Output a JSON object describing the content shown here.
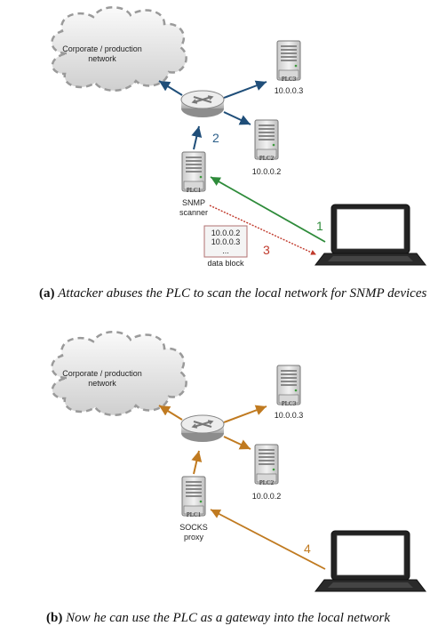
{
  "panel_a": {
    "cloud_label_1": "Corporate / production",
    "cloud_label_2": "network",
    "plc3_name": "PLC3",
    "plc3_ip": "10.0.0.3",
    "plc2_name": "PLC2",
    "plc2_ip": "10.0.0.2",
    "plc1_name": "PLC1",
    "plc1_role_1": "SNMP",
    "plc1_role_2": "scanner",
    "step_router": "2",
    "step_attack": "1",
    "step_return": "3",
    "block_line_1": "10.0.0.2",
    "block_line_2": "10.0.0.3",
    "block_line_3": "...",
    "block_label": "data block",
    "caption_tag": "(a)",
    "caption_text": "Attacker abuses the PLC to scan the local network for SNMP devices"
  },
  "panel_b": {
    "cloud_label_1": "Corporate / production",
    "cloud_label_2": "network",
    "plc3_name": "PLC3",
    "plc3_ip": "10.0.0.3",
    "plc2_name": "PLC2",
    "plc2_ip": "10.0.0.2",
    "plc1_name": "PLC1",
    "plc1_role_1": "SOCKS",
    "plc1_role_2": "proxy",
    "step_attack": "4",
    "caption_tag": "(b)",
    "caption_text": "Now he can use the PLC as a gateway into the local network"
  },
  "colors": {
    "arrow_a": "#1f4e79",
    "arrow_b": "#c07a20",
    "attack_green": "#2e8b3a",
    "return_red": "#c0392b",
    "step_blue": "#2c5f8a",
    "step_orange": "#c07a20",
    "step_red": "#c0392b"
  }
}
